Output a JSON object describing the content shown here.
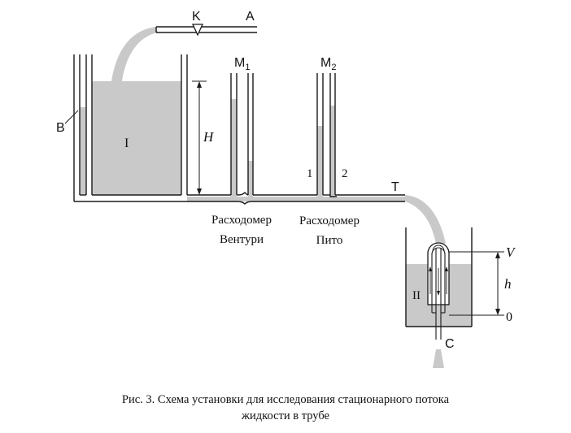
{
  "labels": {
    "valve": "K",
    "supply": "A",
    "tank_wall": "B",
    "tank_one": "I",
    "head": "H",
    "manometer_one": "M",
    "manometer_one_sub": "1",
    "manometer_two": "M",
    "manometer_two_sub": "2",
    "tube_one": "1",
    "tube_two": "2",
    "pipe_end": "T",
    "venturi_line1": "Расходомер",
    "venturi_line2": "Вентури",
    "pitot_line1": "Расходомер",
    "pitot_line2": "Пито",
    "tank_two": "II",
    "level_v": "V",
    "level_h": "h",
    "level_zero": "0",
    "drain": "C"
  },
  "caption": {
    "line1": "Рис. 3. Схема установки для исследования стационарного потока",
    "line2": "жидкости в трубе"
  },
  "colors": {
    "liquid": "#c9c9c9",
    "stroke": "#1a1a1a",
    "background": "#ffffff"
  }
}
